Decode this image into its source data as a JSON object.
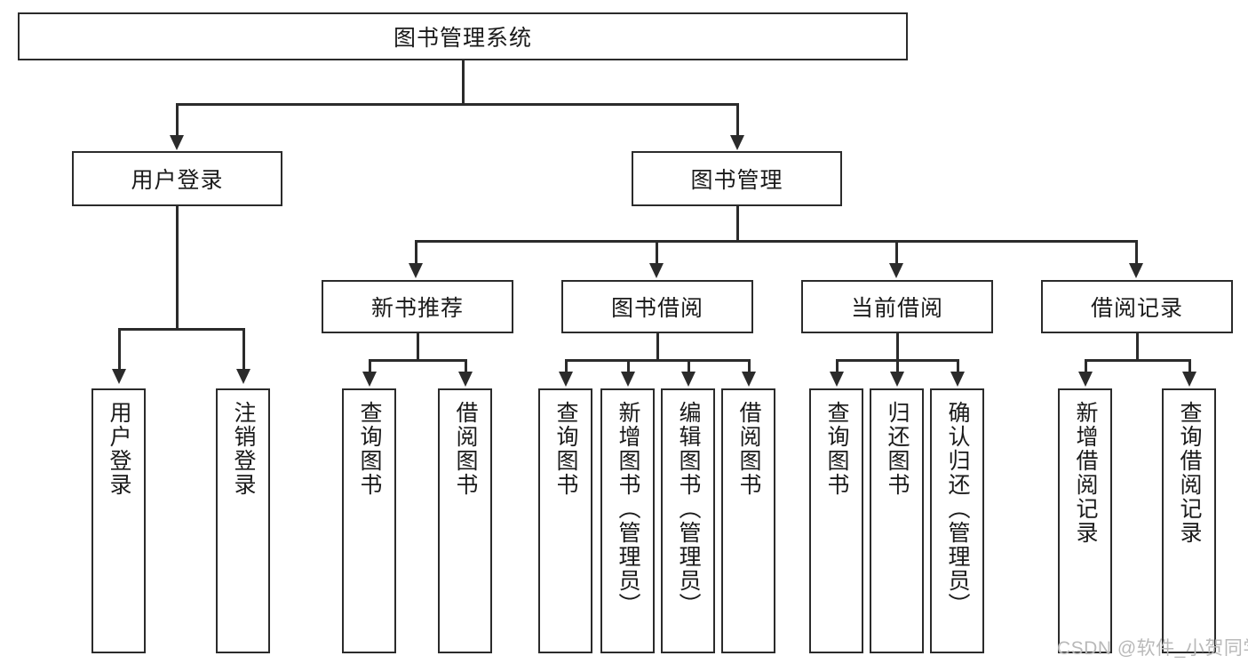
{
  "diagram": {
    "title": "图书管理系统",
    "type": "tree-hierarchy-chart",
    "root": {
      "label": "图书管理系统"
    },
    "level1": [
      {
        "label": "用户登录"
      },
      {
        "label": "图书管理"
      }
    ],
    "level2": [
      {
        "label": "新书推荐"
      },
      {
        "label": "图书借阅"
      },
      {
        "label": "当前借阅"
      },
      {
        "label": "借阅记录"
      }
    ],
    "leaves_user_login": [
      {
        "label": "用户登录"
      },
      {
        "label": "注销登录"
      }
    ],
    "leaves_new_book": [
      {
        "label": "查询图书"
      },
      {
        "label": "借阅图书"
      }
    ],
    "leaves_book_borrow": [
      {
        "label": "查询图书"
      },
      {
        "label": "新增图书（管理员）"
      },
      {
        "label": "编辑图书（管理员）"
      },
      {
        "label": "借阅图书"
      }
    ],
    "leaves_current_borrow": [
      {
        "label": "查询图书"
      },
      {
        "label": "归还图书"
      },
      {
        "label": "确认归还（管理员）"
      }
    ],
    "leaves_borrow_record": [
      {
        "label": "新增借阅记录"
      },
      {
        "label": "查询借阅记录"
      }
    ]
  },
  "watermark": {
    "text": "CSDN @软件_小贺同学"
  },
  "colors": {
    "stroke": "#2b2b2b",
    "fill": "#ffffff",
    "text": "#1a1a1a",
    "watermark": "#b9b9b9"
  }
}
